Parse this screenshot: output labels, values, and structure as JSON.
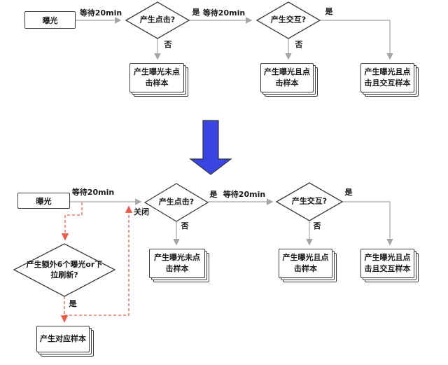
{
  "colors": {
    "flow_line": "#a6a6a6",
    "shape_border": "#3d3d3d",
    "alt_path_red": "#ee5b45",
    "transform_arrow_blue": "#3945e1",
    "text": "#1b1b1b",
    "background": "#ffffff"
  },
  "top_flow": {
    "exposure": "曝光",
    "wait1": "等待20min",
    "decision_click": "产生点击?",
    "yes1": "是",
    "no1": "否",
    "wait2": "等待20min",
    "decision_interact": "产生交互?",
    "yes2": "是",
    "no2": "否",
    "sample_unclicked": "产生曝光未点击样本",
    "sample_clicked": "产生曝光且点击样本",
    "sample_interacted": "产生曝光且点击且交互样本"
  },
  "transform": {
    "arrow_icon": "down-arrow"
  },
  "bottom_flow": {
    "exposure": "曝光",
    "wait1": "等待20min",
    "close": "关闭",
    "decision_click": "产生点击?",
    "yes1": "是",
    "no1": "否",
    "wait2": "等待20min",
    "decision_interact": "产生交互?",
    "yes2": "是",
    "no2": "否",
    "decision_extra": "产生额外6个曝光or下拉刷新?",
    "yes_extra": "是",
    "sample_corresponding": "产生对应样本",
    "sample_unclicked": "产生曝光未点击样本",
    "sample_clicked": "产生曝光且点击样本",
    "sample_interacted": "产生曝光且点击且交互样本"
  }
}
